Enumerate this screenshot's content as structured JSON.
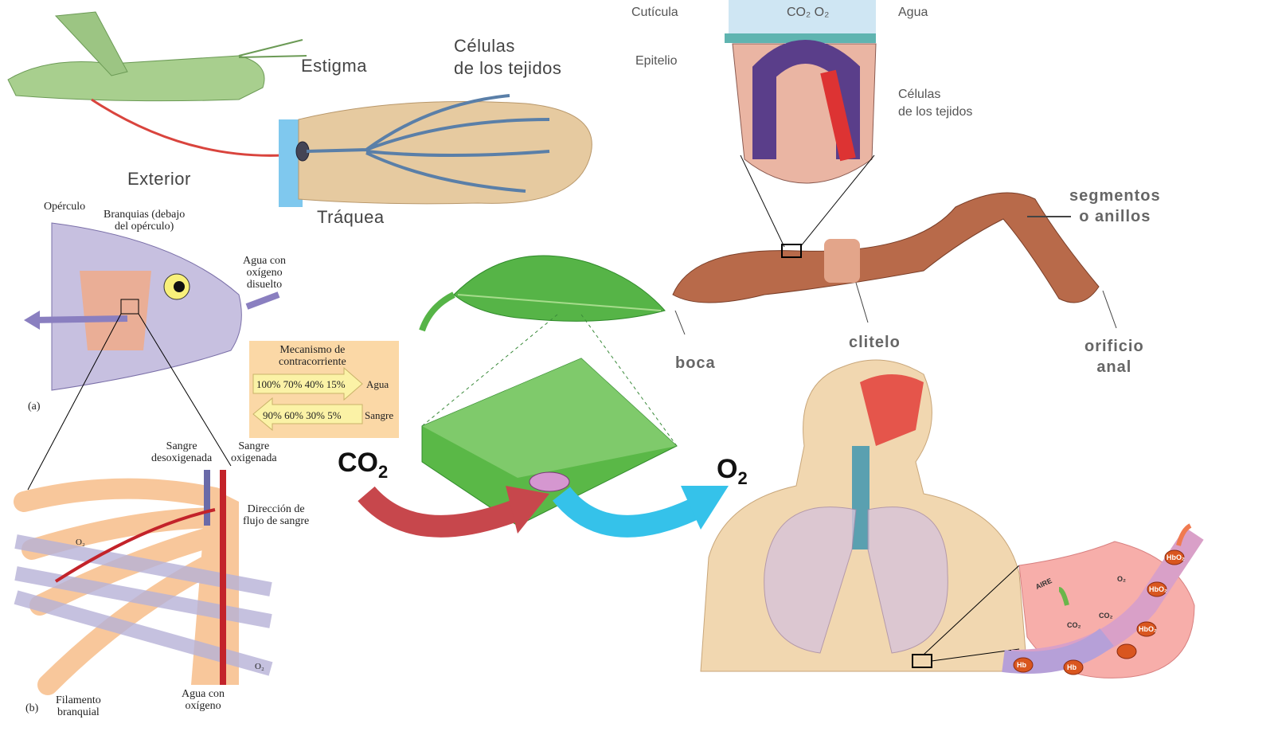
{
  "grasshopper": {
    "stigma": "Estigma",
    "cells": "Células\nde los tejidos",
    "exterior": "Exterior",
    "trachea": "Tráquea"
  },
  "fish": {
    "operculum": "Opérculo",
    "gills": "Branquias (debajo\ndel opérculo)",
    "water_in": "Agua con\noxígeno\ndisuelto",
    "panel_a": "(a)",
    "panel_b": "(b)",
    "deoxy": "Sangre\ndesoxigenada",
    "oxy": "Sangre\noxigenada",
    "flow": "Dirección de\nflujo de sangre",
    "filament": "Filamento\nbranquial",
    "water_o2": "Agua con\noxígeno",
    "o2": "O₂"
  },
  "countercurrent": {
    "title": "Mecanismo de\ncontracorriente",
    "water_values": "100% 70% 40% 15%",
    "water_label": "Agua",
    "blood_values": "90% 60% 30% 5%",
    "blood_label": "Sangre"
  },
  "leaf": {
    "co2": "CO",
    "co2_sub": "2",
    "o2": "O",
    "o2_sub": "2"
  },
  "earthworm_skin": {
    "cuticle": "Cutícula",
    "epithelium": "Epitelio",
    "gases": "CO₂ O₂",
    "water": "Agua",
    "cells": "Células\nde los tejidos"
  },
  "earthworm": {
    "segments": "segmentos\no anillos",
    "mouth": "boca",
    "clitellum": "clitelo",
    "anus": "orificio\nanal"
  },
  "alveolus": {
    "air": "AIRE",
    "o2": "O₂",
    "co2": "CO₂",
    "hb": "Hb",
    "hbo2": "HbO₂"
  }
}
